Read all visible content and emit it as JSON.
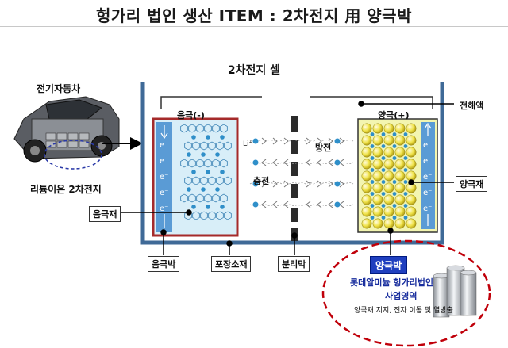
{
  "title": "헝가리 법인 생산 ITEM :  2차전지 用 양극박",
  "cell_title": "2차전지 셀",
  "ev_label": "전기자동차",
  "battery_label": "리튬이온 2차전지",
  "anode_title": "음극(-)",
  "cathode_title": "양극(+)",
  "discharge": "방전",
  "charge": "충전",
  "li_ion": "Li⁺",
  "electron": "e⁻",
  "callouts": {
    "electrolyte": "전해액",
    "cathode_material": "양극재",
    "anode_material": "음극재",
    "anode_foil": "음극박",
    "pouch": "포장소재",
    "separator": "분리막"
  },
  "highlight": {
    "badge": "양극박",
    "company": "롯데알미늄 헝가리법인",
    "area": "사업영역",
    "desc": "양극재 지지, 전자 이동 및 열방출"
  },
  "colors": {
    "container": "#3f6a97",
    "anode_frame": "#a52a2a",
    "anode_fill": "#d8eef8",
    "cathode_fill": "#f3f5b0",
    "electron_bar": "#5a9bd5",
    "badge": "#1f3fbf",
    "ellipse": "#c0000a",
    "dot": "#2f8fc9"
  }
}
